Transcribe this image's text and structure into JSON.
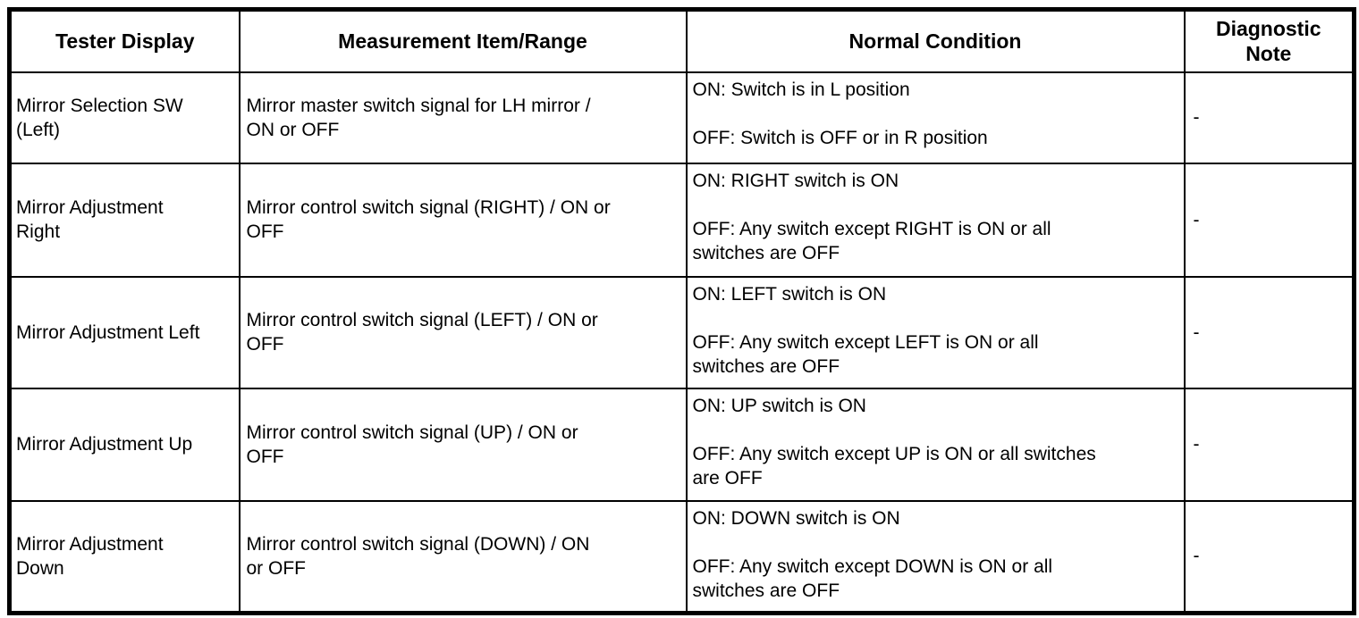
{
  "colors": {
    "border": "#000000",
    "text": "#000000",
    "background": "#ffffff"
  },
  "table": {
    "headers": {
      "tester_display": "Tester Display",
      "measurement": "Measurement Item/Range",
      "normal_condition": "Normal Condition",
      "diagnostic_note": "Diagnostic\nNote"
    },
    "rows": [
      {
        "tester_display": "Mirror Selection SW\n(Left)",
        "measurement": "Mirror master switch signal for LH mirror /\nON or OFF",
        "normal_condition": "ON: Switch is in L position\n\nOFF: Switch is OFF or in R position",
        "note": "-"
      },
      {
        "tester_display": "Mirror Adjustment\nRight",
        "measurement": "Mirror control switch signal (RIGHT) / ON or\nOFF",
        "normal_condition": "ON: RIGHT switch is ON\n\nOFF: Any switch except RIGHT is ON or all\nswitches are OFF",
        "note": "-"
      },
      {
        "tester_display": "Mirror Adjustment Left",
        "measurement": "Mirror control switch signal (LEFT) / ON or\nOFF",
        "normal_condition": "ON: LEFT switch is ON\n\nOFF: Any switch except LEFT is ON or all\nswitches are OFF",
        "note": "-"
      },
      {
        "tester_display": "Mirror Adjustment Up",
        "measurement": "Mirror control switch signal (UP) / ON or\nOFF",
        "normal_condition": "ON: UP switch is ON\n\nOFF: Any switch except UP is ON or all switches\nare OFF",
        "note": "-"
      },
      {
        "tester_display": "Mirror Adjustment\nDown",
        "measurement": "Mirror control switch signal (DOWN) / ON\nor OFF",
        "normal_condition": "ON: DOWN switch is ON\n\nOFF: Any switch except DOWN is ON or all\nswitches are OFF",
        "note": "-"
      }
    ]
  }
}
